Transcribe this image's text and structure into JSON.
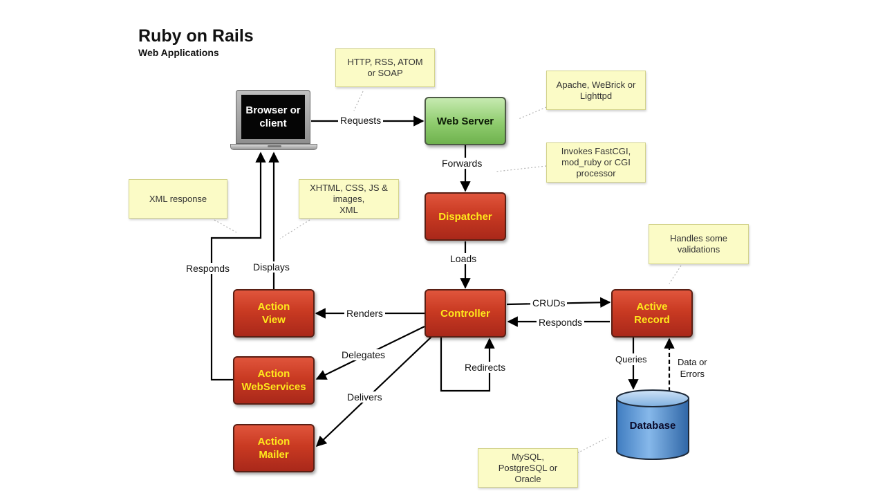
{
  "header": {
    "title": "Ruby on Rails",
    "subtitle": "Web Applications"
  },
  "nodes": {
    "browser": "Browser or\nclient",
    "web_server": "Web Server",
    "dispatcher": "Dispatcher",
    "controller": "Controller",
    "action_view": "Action\nView",
    "action_webservices": "Action\nWebServices",
    "action_mailer": "Action\nMailer",
    "active_record": "Active\nRecord",
    "database": "Database"
  },
  "edges": {
    "requests": "Requests",
    "forwards": "Forwards",
    "loads": "Loads",
    "renders": "Renders",
    "delegates": "Delegates",
    "delivers": "Delivers",
    "redirects": "Redirects",
    "cruds": "CRUDs",
    "responds_ar": "Responds",
    "queries": "Queries",
    "data_or_errors": "Data or\nErrors",
    "responds_browser": "Responds",
    "displays": "Displays"
  },
  "notes": {
    "protocols": "HTTP, RSS, ATOM\nor SOAP",
    "servers": "Apache, WeBrick or\nLighttpd",
    "fastcgi": "Invokes FastCGI,\nmod_ruby or CGI\nprocessor",
    "xml_response": "XML response",
    "view_formats": "XHTML, CSS, JS &\nimages,\nXML",
    "validations": "Handles some\nvalidations",
    "databases": "MySQL,\nPostgreSQL or\nOracle"
  },
  "colors": {
    "node_red": "#c93a22",
    "node_red_text": "#ffe81c",
    "node_green": "#8fcc6e",
    "note_yellow": "#fbfbc6",
    "database_blue": "#4f8fcf"
  }
}
